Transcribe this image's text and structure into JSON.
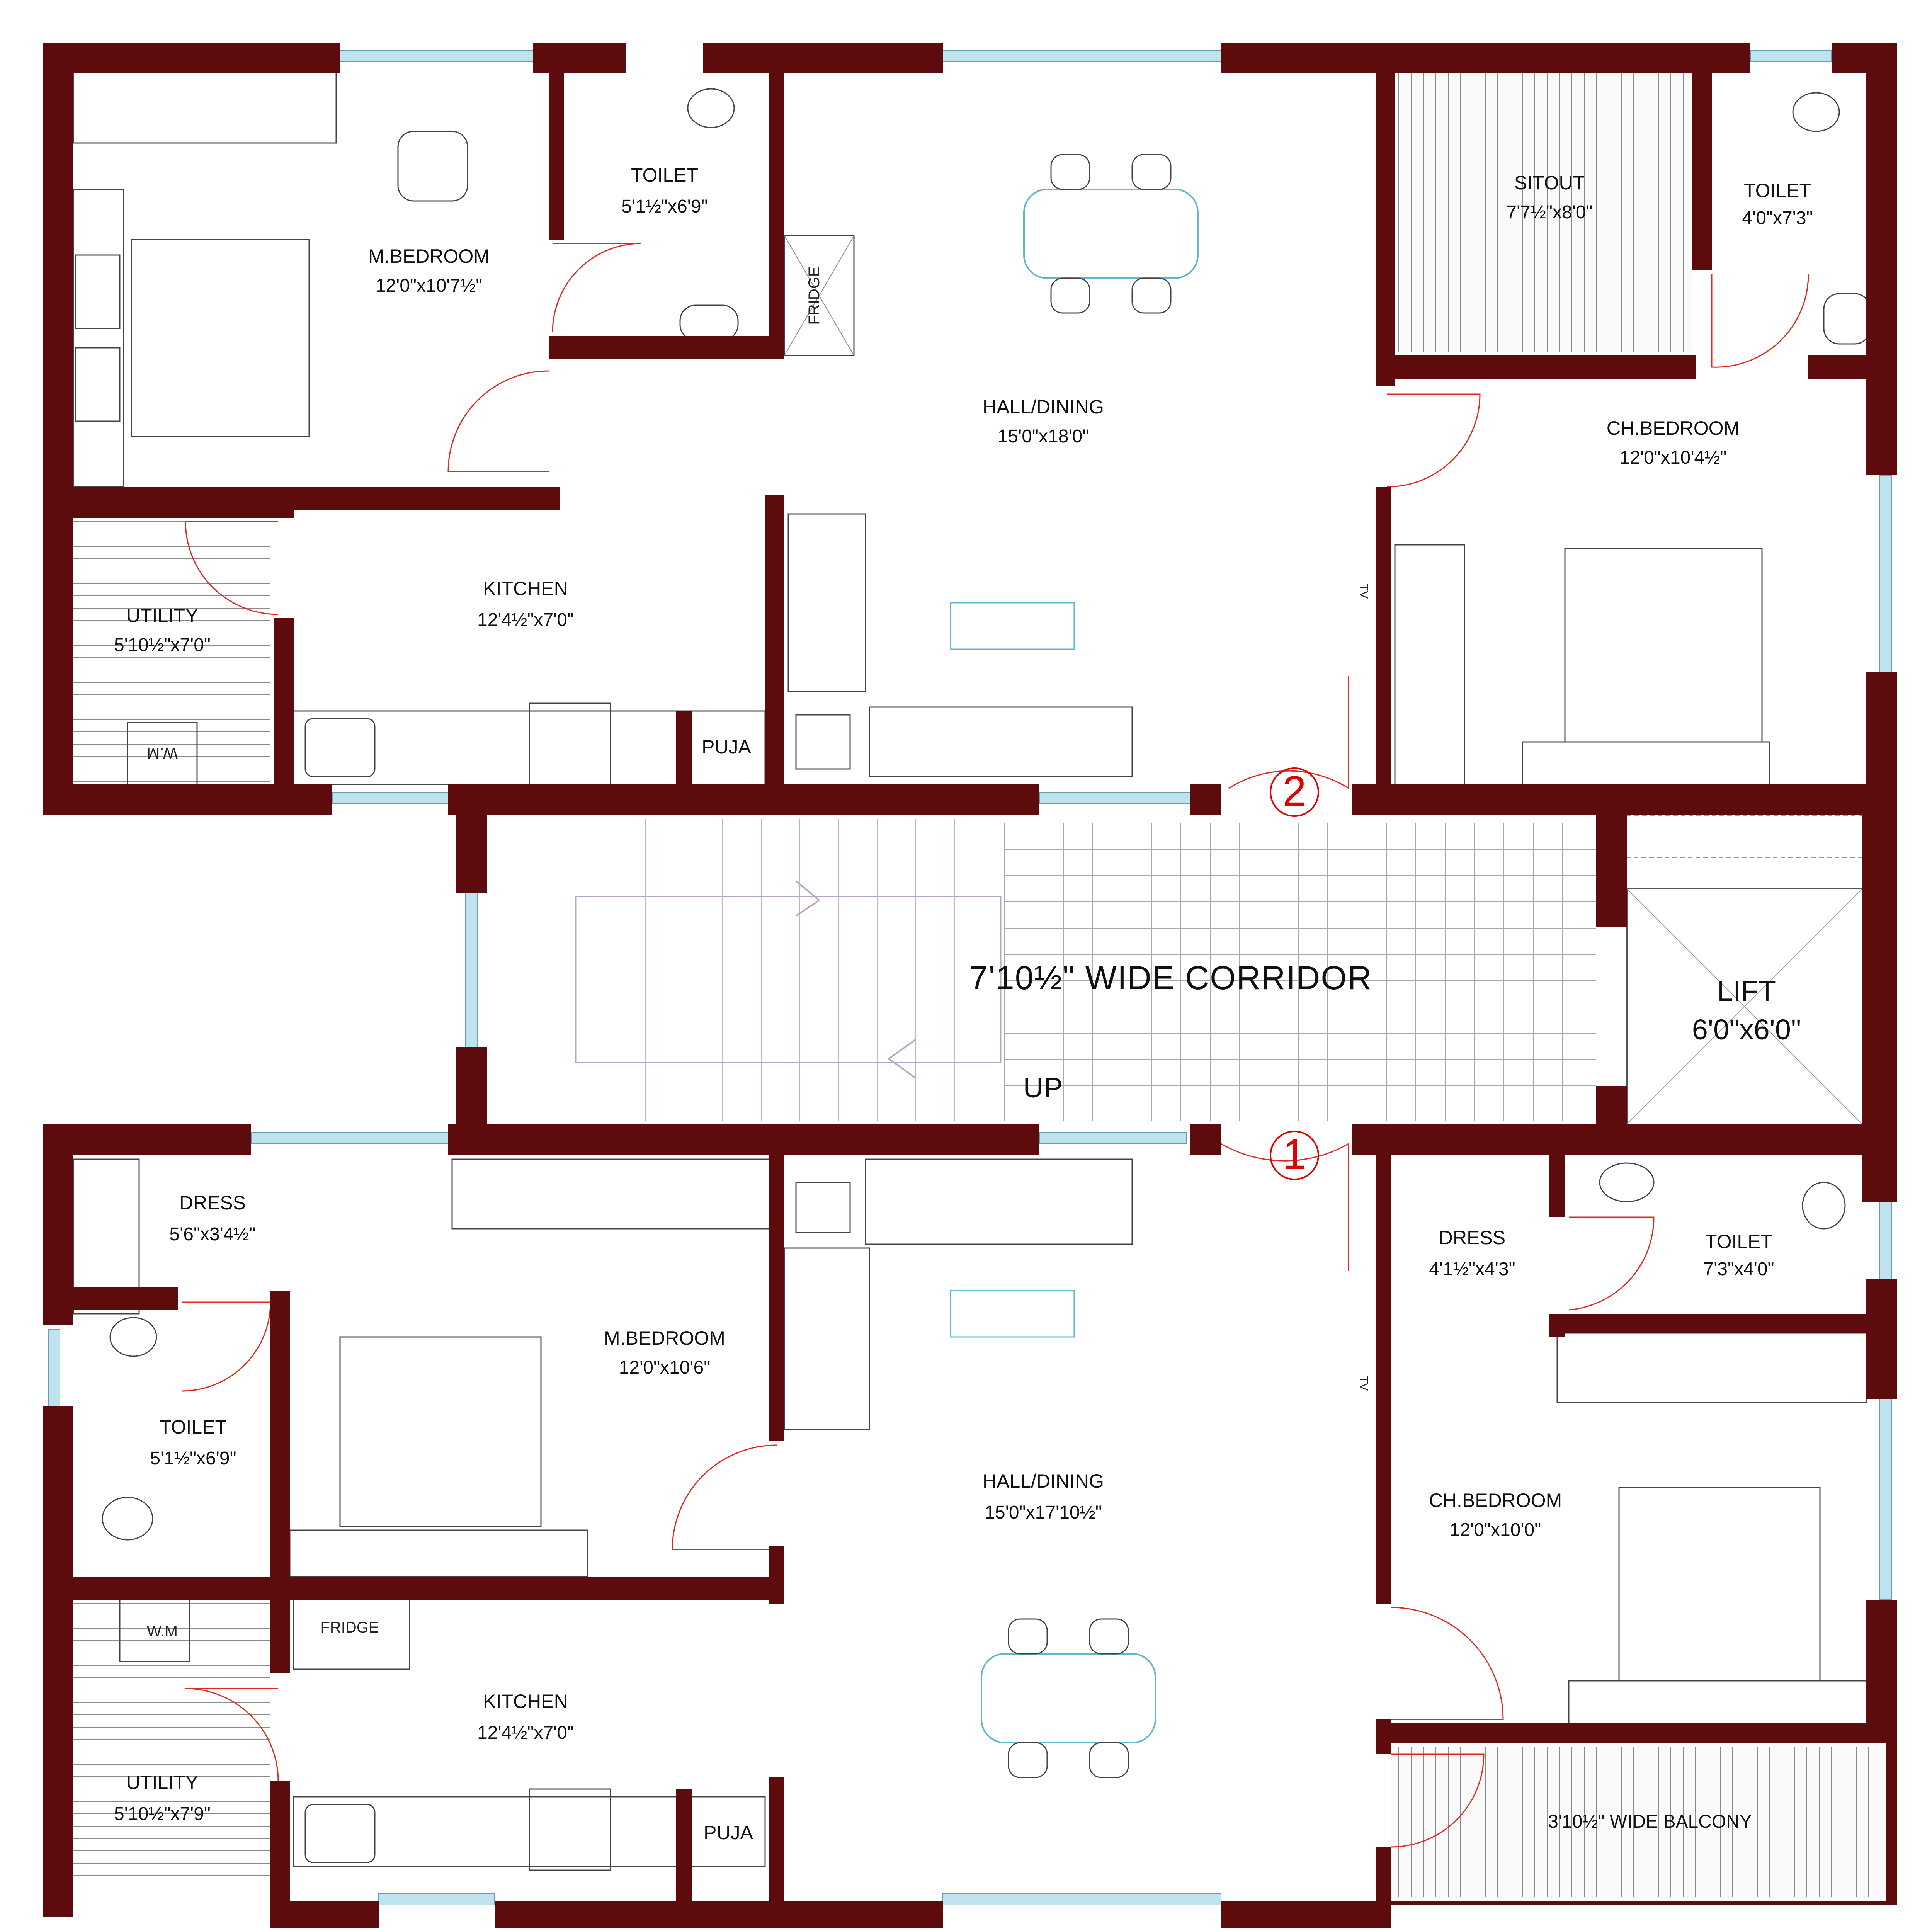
{
  "colors": {
    "wall": "#5e0b0e",
    "door": "#e3261f",
    "window": "#bfe3ee",
    "marker": "#e00000"
  },
  "rooms": {
    "top_mbed": {
      "name": "M.BEDROOM",
      "dim": "12'0\"x10'7½\""
    },
    "top_toilet1": {
      "name": "TOILET",
      "dim": "5'1½\"x6'9\""
    },
    "top_hall": {
      "name": "HALL/DINING",
      "dim": "15'0\"x18'0\""
    },
    "top_sitout": {
      "name": "SITOUT",
      "dim": "7'7½\"x8'0\""
    },
    "top_toilet2": {
      "name": "TOILET",
      "dim": "4'0\"x7'3\""
    },
    "top_chbed": {
      "name": "CH.BEDROOM",
      "dim": "12'0\"x10'4½\""
    },
    "top_kitchen": {
      "name": "KITCHEN",
      "dim": "12'4½\"x7'0\""
    },
    "top_utility": {
      "name": "UTILITY",
      "dim": "5'10½\"x7'0\""
    },
    "bot_dress1": {
      "name": "DRESS",
      "dim": "5'6\"x3'4½\""
    },
    "bot_mbed": {
      "name": "M.BEDROOM",
      "dim": "12'0\"x10'6\""
    },
    "bot_toilet1": {
      "name": "TOILET",
      "dim": "5'1½\"x6'9\""
    },
    "bot_hall": {
      "name": "HALL/DINING",
      "dim": "15'0\"x17'10½\""
    },
    "bot_dress2": {
      "name": "DRESS",
      "dim": "4'1½\"x4'3\""
    },
    "bot_toilet2": {
      "name": "TOILET",
      "dim": "7'3\"x4'0\""
    },
    "bot_chbed": {
      "name": "CH.BEDROOM",
      "dim": "12'0\"x10'0\""
    },
    "bot_kitchen": {
      "name": "KITCHEN",
      "dim": "12'4½\"x7'0\""
    },
    "bot_utility": {
      "name": "UTILITY",
      "dim": "5'10½\"x7'9\""
    }
  },
  "labels": {
    "corridor": "7'10½\" WIDE CORRIDOR",
    "lift_name": "LIFT",
    "lift_dim": "6'0\"x6'0\"",
    "up": "UP",
    "balcony": "3'10½\" WIDE BALCONY",
    "puja": "PUJA",
    "wm": "W.M",
    "fridge": "FRIDGE",
    "tv": "TV",
    "unit1": "1",
    "unit2": "2"
  }
}
